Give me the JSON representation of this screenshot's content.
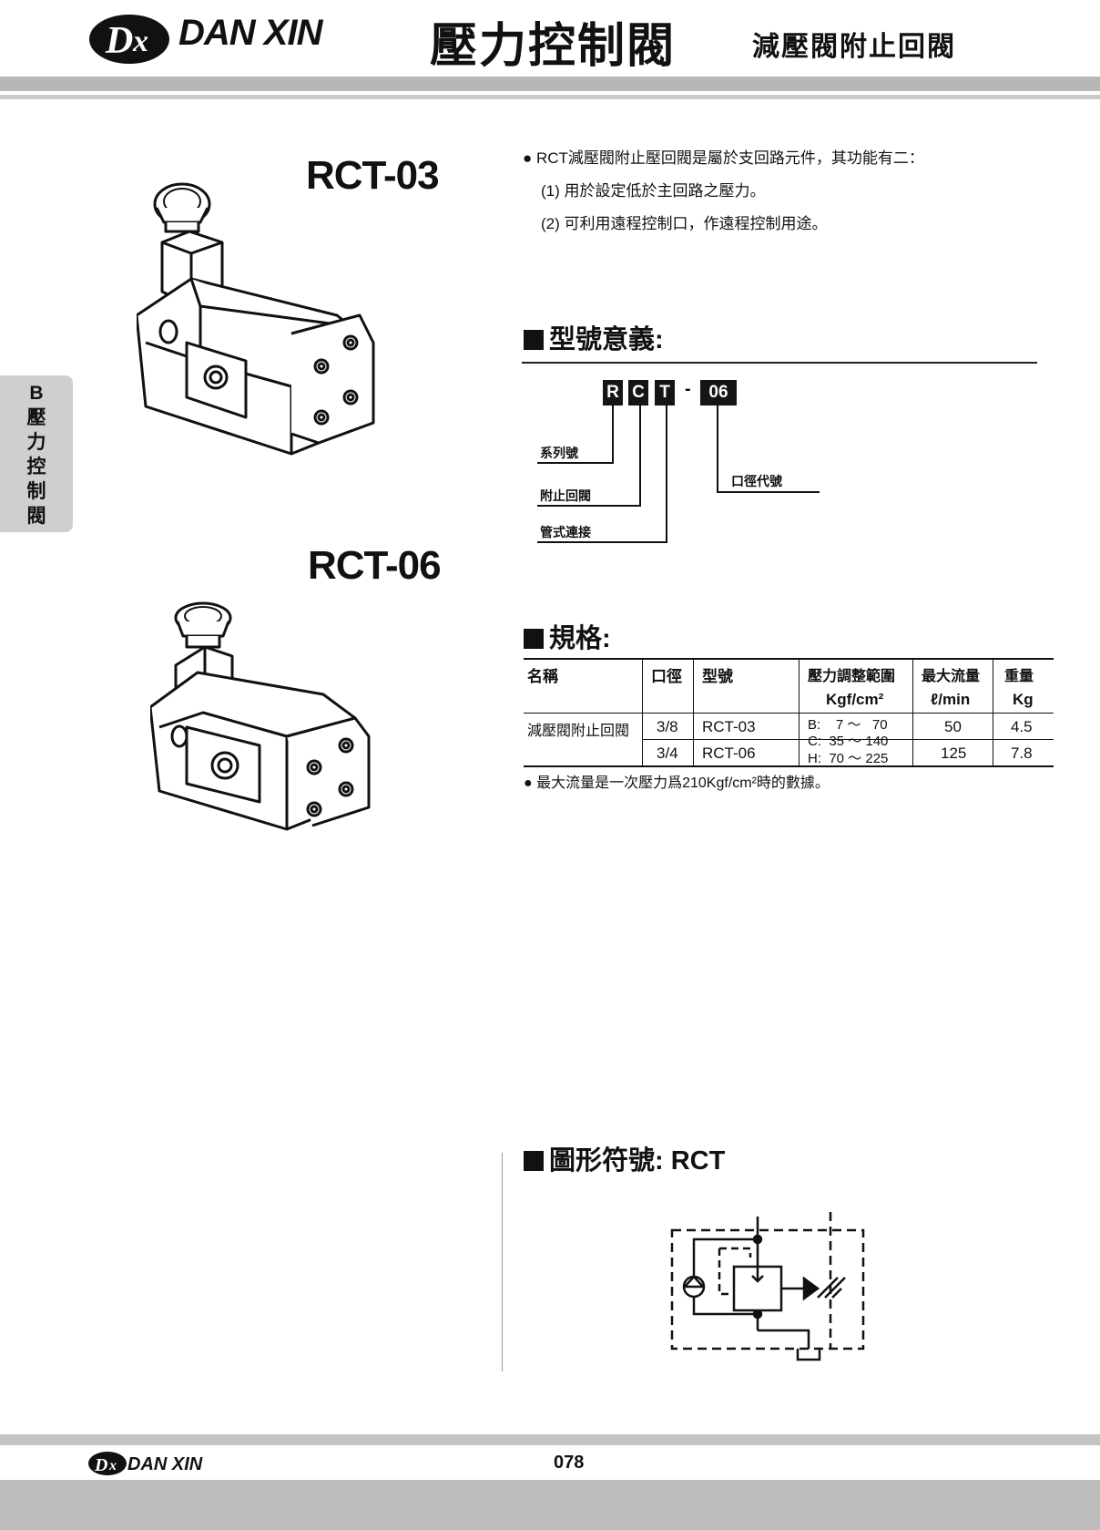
{
  "header": {
    "logo_text": "DAN XIN",
    "title_main": "壓力控制閥",
    "title_sub": "減壓閥附止回閥"
  },
  "side_tab": [
    "B",
    "壓",
    "力",
    "控",
    "制",
    "閥"
  ],
  "models": [
    "RCT-03",
    "RCT-06"
  ],
  "description": {
    "line0": "● RCT減壓閥附止壓回閥是屬於支回路元件，其功能有二：",
    "line1": "(1) 用於設定低於主回路之壓力。",
    "line2": "(2) 可利用遠程控制口，作遠程控制用途。"
  },
  "model_meaning": {
    "heading": "型號意義:",
    "codes": [
      "R",
      "C",
      "T",
      "06"
    ],
    "dash": "-",
    "labels": {
      "series": "系列號",
      "check": "附止回閥",
      "pipe": "管式連接",
      "size": "口徑代號"
    }
  },
  "spec": {
    "heading": "規格:",
    "headers": {
      "name": "名稱",
      "size": "口徑",
      "model": "型號",
      "pressure": "壓力調整範圍",
      "pressure_unit": "Kgf/cm²",
      "flow": "最大流量",
      "flow_unit": "ℓ/min",
      "weight": "重量",
      "weight_unit": "Kg"
    },
    "name": "減壓閥附止回閥",
    "rows": [
      {
        "size": "3/8",
        "model": "RCT-03",
        "flow": "50",
        "weight": "4.5"
      },
      {
        "size": "3/4",
        "model": "RCT-06",
        "flow": "125",
        "weight": "7.8"
      }
    ],
    "pressure_ranges": [
      "B:    7 ～   70",
      "C:  35 ～ 140",
      "H:  70 ～ 225"
    ],
    "note": "● 最大流量是一次壓力爲210Kgf/cm²時的數據。"
  },
  "symbol": {
    "heading": "圖形符號:",
    "code": "RCT"
  },
  "footer": {
    "logo_text": "DAN XIN",
    "page": "078"
  }
}
